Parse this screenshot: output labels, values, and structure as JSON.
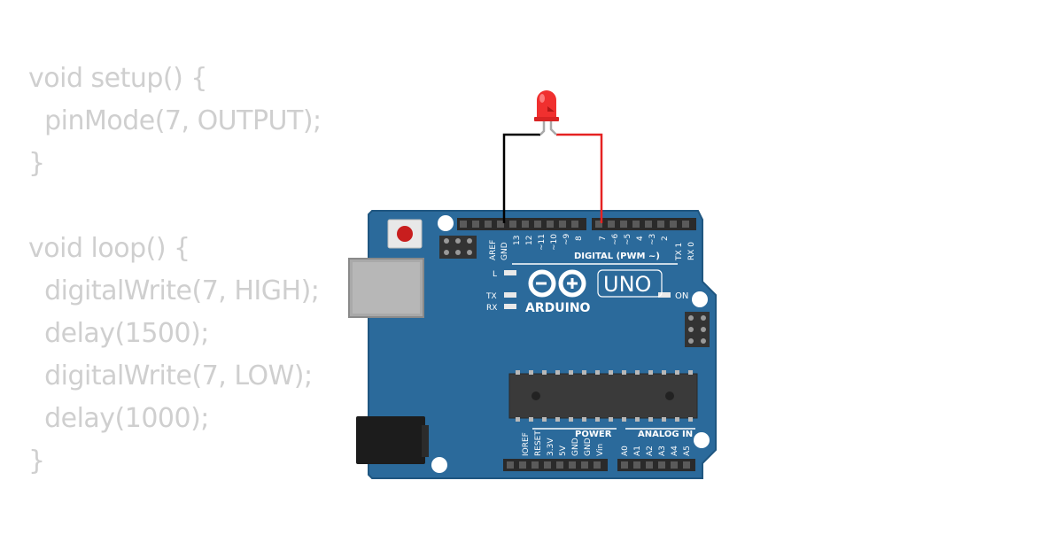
{
  "code": {
    "lines": [
      "void setup() {",
      "  pinMode(7, OUTPUT);",
      "}",
      "",
      "void loop() {",
      "  digitalWrite(7, HIGH);",
      "  delay(1500);",
      "  digitalWrite(7, LOW);",
      "  delay(1000);",
      "}"
    ]
  },
  "board": {
    "brand": "ARDUINO",
    "model": "UNO",
    "digital_label": "DIGITAL (PWM ~)",
    "power_label": "POWER",
    "analog_label": "ANALOG IN",
    "led_l": "L",
    "led_tx": "TX",
    "led_rx": "RX",
    "led_on": "ON",
    "top_pins_left": [
      "AREF",
      "GND",
      "13",
      "12",
      "~11",
      "~10",
      "~9",
      "8"
    ],
    "top_pins_right": [
      "7",
      "~6",
      "~5",
      "4",
      "~3",
      "2",
      "TX 1",
      "RX 0"
    ],
    "power_pins": [
      "IOREF",
      "RESET",
      "3.3V",
      "5V",
      "GND",
      "GND",
      "Vin"
    ],
    "analog_pins": [
      "A0",
      "A1",
      "A2",
      "A3",
      "A4",
      "A5"
    ]
  },
  "colors": {
    "board": "#2b6a9b",
    "board_edge": "#1f5680",
    "code_text": "#cfcfcf",
    "wire_gnd": "#000000",
    "wire_signal": "#e52222",
    "led": "#f0302f"
  }
}
